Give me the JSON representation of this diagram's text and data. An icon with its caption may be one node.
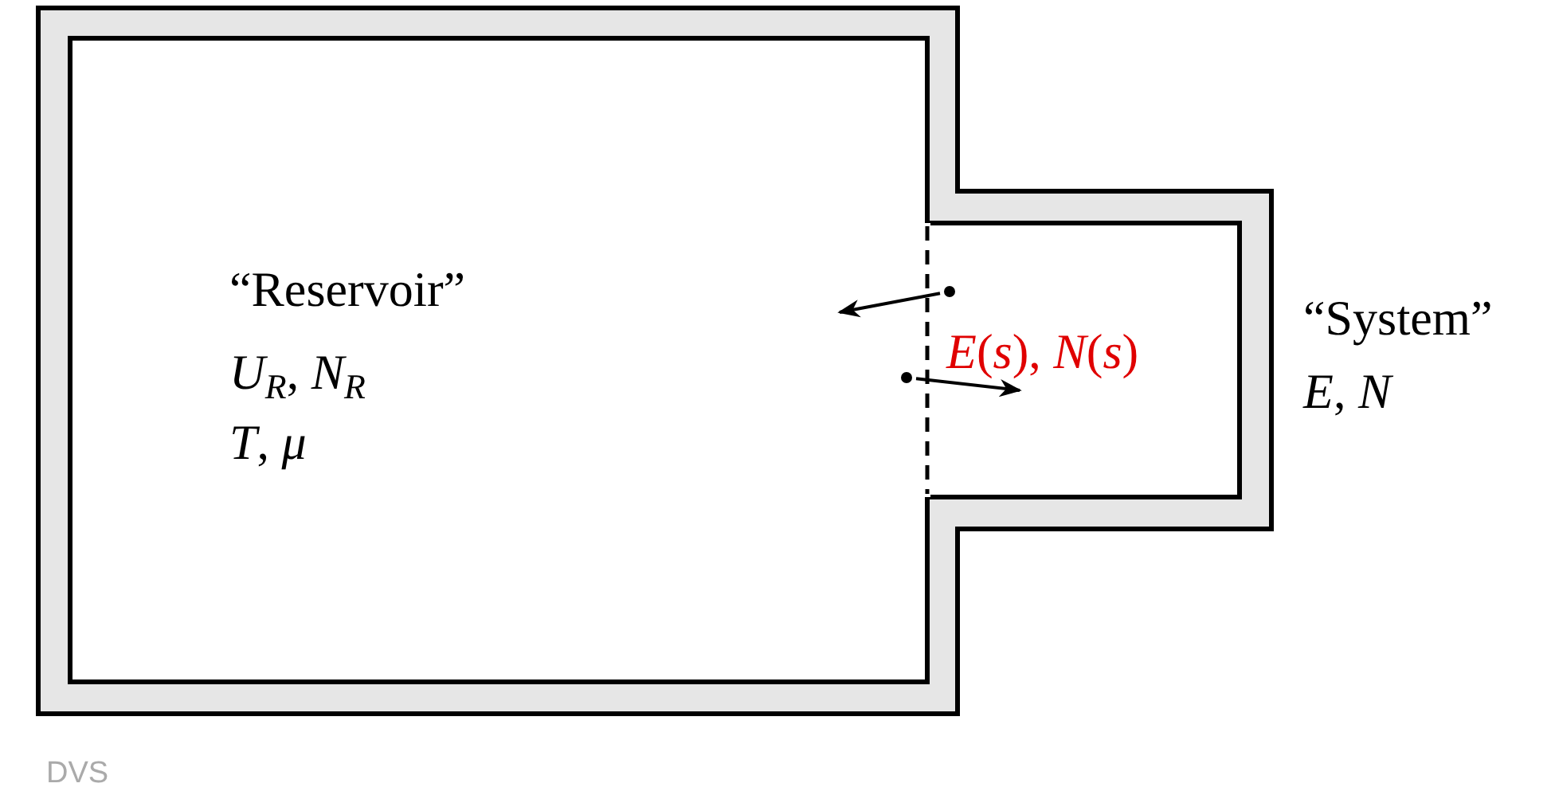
{
  "diagram": {
    "nodes": [
      {
        "text": [
          "“Reservoir”",
          "*U*$_{R}$, *N*$_{R}$",
          "*T*, *μ*"
        ]
      },
      {
        "text": [
          "*E*(*s*), *N*(*s*)"
        ],
        "beside": [
          "“System”",
          "*E*, *N*"
        ]
      }
    ],
    "labels": [
      "DVS"
    ]
  }
}
